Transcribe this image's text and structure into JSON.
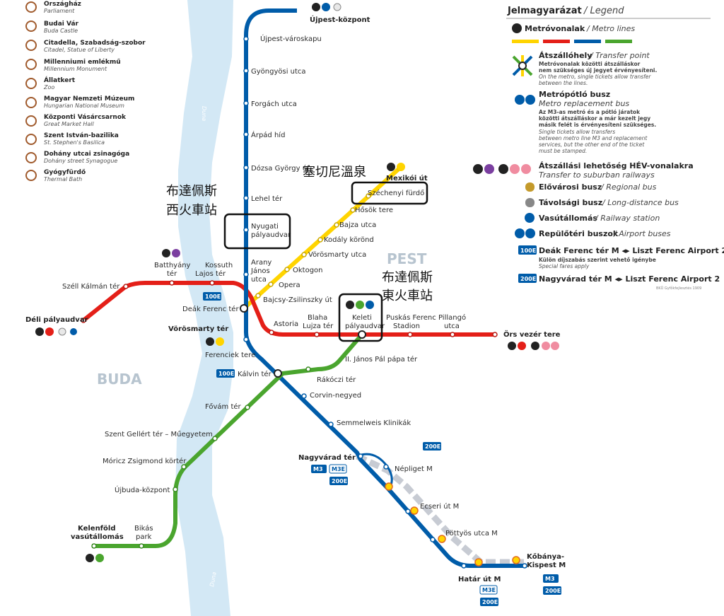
{
  "colors": {
    "m1": "#ffd400",
    "m2": "#e41f18",
    "m3": "#005ca9",
    "m4": "#4aa52e",
    "river": "#d3e8f5",
    "replacement": "#c7cbd3",
    "text": "#222222"
  },
  "landmarks": [
    {
      "title": "Országház",
      "subtitle": "Parliament",
      "icon": "parliament-icon"
    },
    {
      "title": "Budai Vár",
      "subtitle": "Buda Castle",
      "icon": "castle-icon"
    },
    {
      "title": "Citadella, Szabadság-szobor",
      "subtitle": "Citadel, Statue of Liberty",
      "icon": "citadel-icon"
    },
    {
      "title": "Millenniumi emlékmű",
      "subtitle": "Millennium Monument",
      "icon": "monument-icon"
    },
    {
      "title": "Állatkert",
      "subtitle": "Zoo",
      "icon": "zoo-icon"
    },
    {
      "title": "Magyar Nemzeti Múzeum",
      "subtitle": "Hungarian National Museum",
      "icon": "museum-icon"
    },
    {
      "title": "Központi Vásárcsarnok",
      "subtitle": "Great Market Hall",
      "icon": "market-icon"
    },
    {
      "title": "Szent István-bazilika",
      "subtitle": "St. Stephen's Basilica",
      "icon": "basilica-icon"
    },
    {
      "title": "Dohány utcai zsinagóga",
      "subtitle": "Dohány street Synagogue",
      "icon": "synagogue-icon"
    },
    {
      "title": "Gyógyfürdő",
      "subtitle": "Thermal Bath",
      "icon": "bath-icon"
    }
  ],
  "legend": {
    "title": "Jelmagyarázat",
    "title_en": "/ Legend",
    "metro_lines": "Metróvonalak",
    "metro_lines_en": "/ Metro lines",
    "transfer": "Átszállóhely",
    "transfer_en": "/ Transfer point",
    "transfer_body1": "Metróvonalak közötti átszálláskor",
    "transfer_body2": "nem szükséges új jegyet érvényesíteni.",
    "transfer_body3": "On the metro, single tickets allow transfer",
    "transfer_body4": "between the lines.",
    "replacement": "Metrópótló busz",
    "replacement_en": "Metro replacement bus",
    "replacement_body1": "Az M3-as metró és a pótló járatok",
    "replacement_body2": "közötti átszálláskor a már kezelt jegy",
    "replacement_body3": "másik felét is érvényesíteni szükséges.",
    "replacement_body4": "Single tickets allow transfers",
    "replacement_body5": "between metro line M3 and replacement",
    "replacement_body6": "services, but the other end of the ticket",
    "replacement_body7": "must be stamped.",
    "hev": "Átszállási lehetőség HÉV-vonalakra",
    "hev_en": "Transfer to suburban railways",
    "regional": "Elővárosi busz",
    "regional_en": "/ Regional bus",
    "longdistance": "Távolsági busz",
    "longdistance_en": "/ Long-distance bus",
    "railway": "Vasútállomás",
    "railway_en": "/ Railway station",
    "airport": "Repülőtéri buszok",
    "airport_en": "/ Airport buses",
    "r100e_badge": "100E",
    "r100e_text": "Deák Ferenc tér M ◂▸ Liszt Ferenc Airport 2",
    "r100e_body1": "Külön díjszabás szerint vehető igénybe",
    "r100e_body2": "Special fares apply",
    "r200e_badge": "200E",
    "r200e_text": "Nagyvárad tér M ◂▸ Liszt Ferenc Airport 2",
    "credit": "BKÜ Gyfőkfejlesztés 1909"
  },
  "areas": {
    "buda": "BUDA",
    "pest": "PEST",
    "river": "Duna"
  },
  "stations": {
    "ujpest_kozpont": "Újpest-központ",
    "ujpest_varoskapu": "Újpest-városkapu",
    "gyongyosi": "Gyöngyösi utca",
    "forgach": "Forgách utca",
    "arpad": "Árpád híd",
    "dozsa": "Dózsa György út",
    "lehel": "Lehel tér",
    "nyugati1": "Nyugati",
    "nyugati2": "pályaudvar",
    "arany1": "Arany",
    "arany2": "János",
    "arany3": "utca",
    "mexikoi": "Mexikói út",
    "szechenyi": "Széchenyi fürdő",
    "hosok": "Hősök tere",
    "bajza": "Bajza utca",
    "kodaly": "Kodály körönd",
    "vorosmarty_utca": "Vörösmarty utca",
    "oktogon": "Oktogon",
    "opera": "Opera",
    "bajcsy": "Bajcsy-Zsilinszky út",
    "vorosmarty_ter": "Vörösmarty tér",
    "deak": "Deák Ferenc tér",
    "szell": "Széll Kálmán tér",
    "deli1": "Déli pályaudvar",
    "batthyany1": "Batthyány",
    "batthyany2": "tér",
    "kossuth1": "Kossuth",
    "kossuth2": "Lajos tér",
    "astoria": "Astoria",
    "blaha1": "Blaha",
    "blaha2": "Lujza tér",
    "keleti1": "Keleti",
    "keleti2": "pályaudvar",
    "puskas1": "Puskás Ferenc",
    "puskas2": "Stadion",
    "pillango1": "Pillangó",
    "pillango2": "utca",
    "ors": "Örs vezér tere",
    "ferenciek": "Ferenciek tere",
    "kalvin": "Kálvin tér",
    "rakoczi": "Rákóczi tér",
    "janos_pal": "II. János Pál pápa tér",
    "corvin": "Corvin-negyed",
    "semmelweis": "Semmelweis Klinikák",
    "nagyvarad": "Nagyvárad tér",
    "nepliget": "Népliget M",
    "ecseri": "Ecseri út M",
    "pottyos": "Pöttyös utca M",
    "kobanya1": "Kőbánya-",
    "kobanya2": "Kispest M",
    "hatar": "Határ út M",
    "fovam": "Fővám tér",
    "gellert": "Szent Gellért tér – Műegyetem",
    "moricz": "Móricz Zsigmond körtér",
    "ujbuda": "Újbuda-központ",
    "kelenfold1": "Kelenföld",
    "kelenfold2": "vasútállomás",
    "bikas1": "Bikás",
    "bikas2": "park"
  },
  "badges": {
    "b100e": "100E",
    "b200e": "200E",
    "m3": "M3",
    "m3e": "M3E"
  },
  "annotations": {
    "nyugati_zh1": "布達佩斯",
    "nyugati_zh2": "西火車站",
    "szechenyi_zh": "塞切尼溫泉",
    "keleti_zh1": "布達佩斯",
    "keleti_zh2": "東火車站"
  }
}
